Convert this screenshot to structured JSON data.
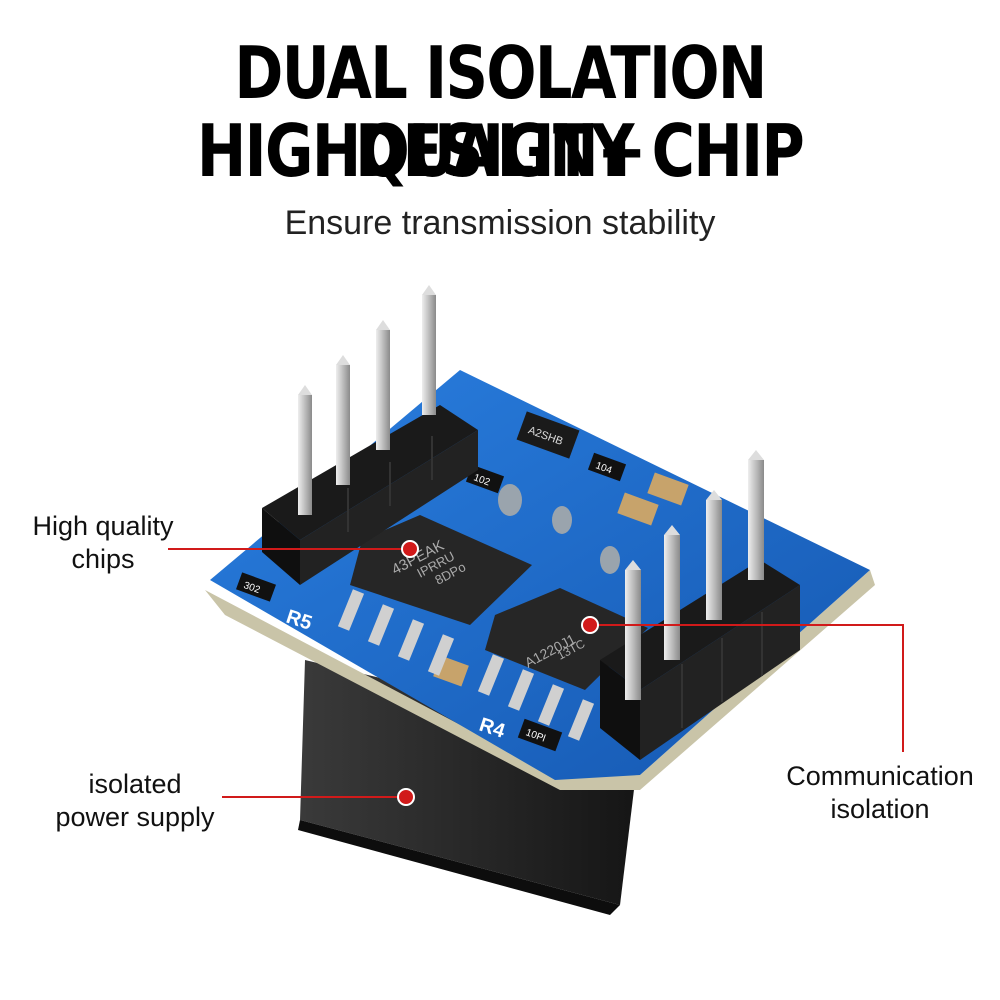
{
  "headline": {
    "line1": "DUAL ISOLATION DESIGN+",
    "line2": "HIGHQUALITY CHIP"
  },
  "subtitle": "Ensure transmission stability",
  "callouts": {
    "chips_line1": "High quality",
    "chips_line2": "chips",
    "power_line1": "isolated",
    "power_line2": "power supply",
    "comm_line1": "Communication",
    "comm_line2": "isolation"
  },
  "board_markings": {
    "chip1": "43PEAK",
    "chip1_b": "IPRRU",
    "chip1_c": "8DPo",
    "chip2": "A1220J1",
    "chip2_b": "13TC",
    "sot_mark": "A2SHB",
    "r5": "R5",
    "r4": "R4",
    "r5_val": "302",
    "r4_val": "10Pl",
    "res_102": "102",
    "res_104": "104"
  },
  "colors": {
    "board": "#1e67c8",
    "pin": "#c9c9c9",
    "header": "#1a1a1a",
    "chip": "#222222",
    "callout_line": "#d11a1a"
  }
}
